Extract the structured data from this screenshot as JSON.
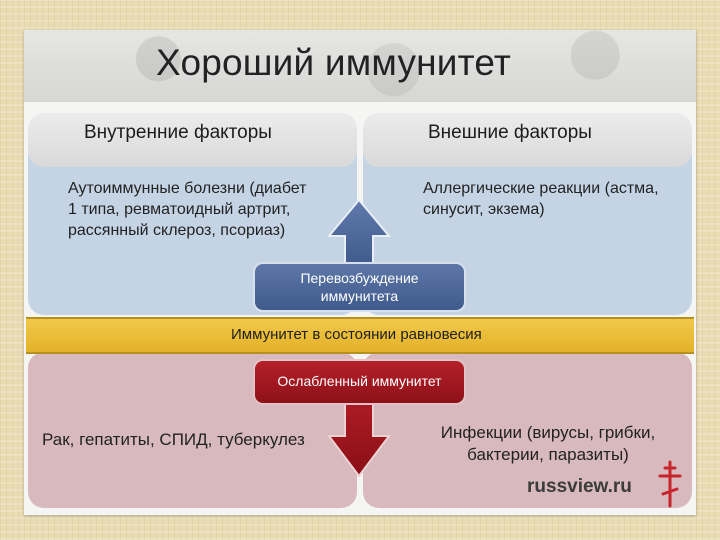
{
  "title": "Хороший иммунитет",
  "internal": {
    "header": "Внутренние факторы",
    "top_text": "Аутоиммунные болезни (диабет 1 типа, ревматоидный артрит, рассянный склероз, псориаз)",
    "bottom_text": "Рак, гепатиты, СПИД, туберкулез"
  },
  "external": {
    "header": "Внешние факторы",
    "top_text": "Аллергические реакции (астма, синусит, экзема)",
    "bottom_text": "Инфекции (вирусы, грибки, бактерии, паразиты)"
  },
  "center": {
    "over": "Перевозбуждение иммунитета",
    "balance": "Иммунитет в состоянии равновесия",
    "weak": "Ослабленный иммунитет"
  },
  "logo": "russview.ru",
  "colors": {
    "top_panel": "#c5d4e5",
    "bottom_panel": "#d7b9be",
    "balance_band": "#f2c948",
    "over_box": "#4a6598",
    "weak_box": "#a3161f"
  },
  "icons": [
    "up-arrow-icon",
    "down-arrow-icon",
    "orthodox-cross-icon"
  ]
}
